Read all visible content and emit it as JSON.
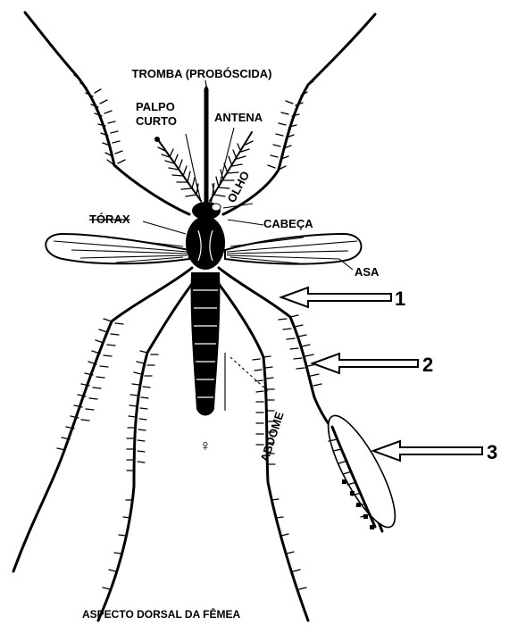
{
  "diagram": {
    "labels": {
      "proboscis": "TROMBA (PROBÓSCIDA)",
      "palp_line1": "PALPO",
      "palp_line2": "CURTO",
      "antenna": "ANTENA",
      "eye": "OLHO",
      "thorax": "TÓRAX",
      "head": "CABEÇA",
      "wing": "ASA",
      "abdomen": "ABDOME",
      "female_symbol": "♀",
      "caption": "ASPECTO DORSAL DA FÊMEA"
    },
    "callouts": [
      "1",
      "2",
      "3"
    ]
  }
}
